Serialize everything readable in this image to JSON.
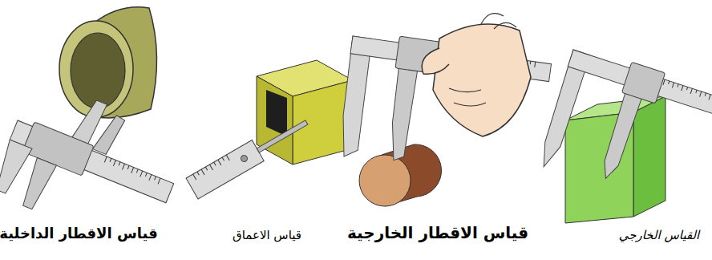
{
  "diagram": {
    "labels": [
      "القياس الخارجي",
      "قياس الاقطار الخارجية",
      "قياس الاعماق",
      "قياس الاقطار الداخلية"
    ]
  }
}
